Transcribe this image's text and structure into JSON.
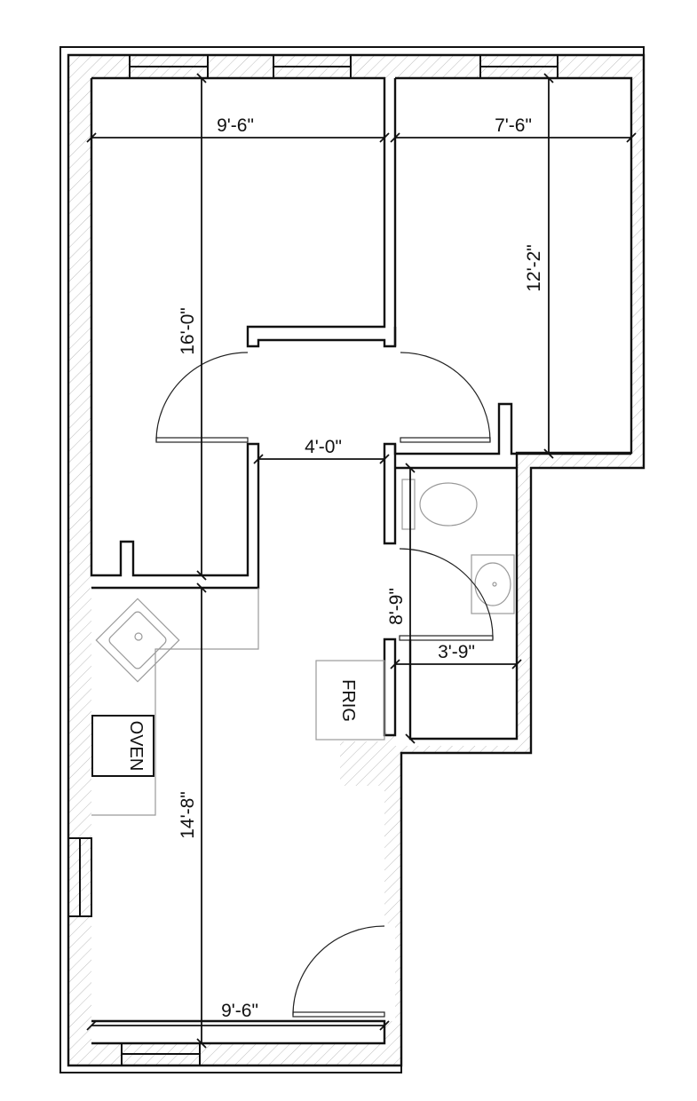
{
  "plan": {
    "dimensions": {
      "bedroom1_width": "9'-6\"",
      "bedroom2_width": "7'-6\"",
      "bedroom1_depth": "16'-0\"",
      "bedroom2_depth": "12'-2\"",
      "hall_width": "4'-0\"",
      "bath_length": "8'-9\"",
      "bath_width": "3'-9\"",
      "living_depth": "14'-8\"",
      "living_width": "9'-6\""
    },
    "fixtures": {
      "oven": "OVEN",
      "fridge": "FRIG"
    },
    "colors": {
      "line": "#111111",
      "hatch": "#bdbdbd",
      "fixture": "#9a9a9a",
      "background": "#ffffff"
    }
  }
}
